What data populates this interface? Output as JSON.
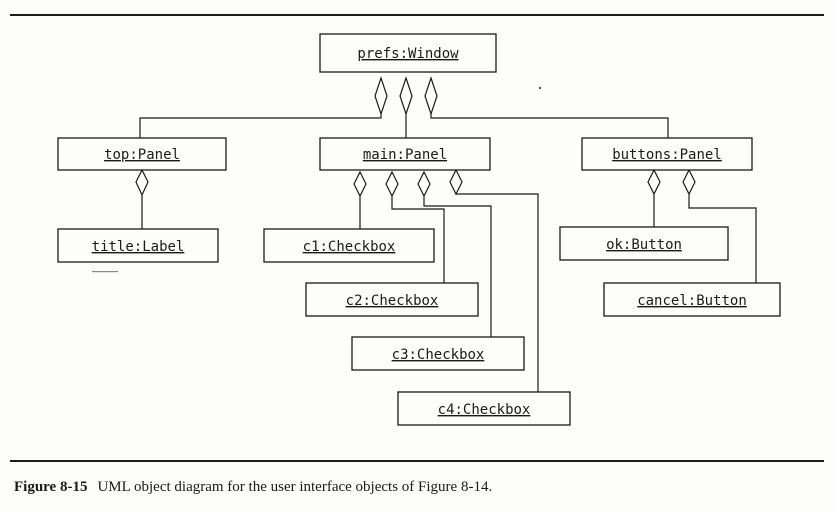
{
  "diagram": {
    "objects": {
      "prefs": "prefs:Window",
      "top": "top:Panel",
      "main": "main:Panel",
      "buttons": "buttons:Panel",
      "title": "title:Label",
      "c1": "c1:Checkbox",
      "c2": "c2:Checkbox",
      "c3": "c3:Checkbox",
      "c4": "c4:Checkbox",
      "ok": "ok:Button",
      "cancel": "cancel:Button"
    },
    "aggregations": [
      {
        "whole": "prefs",
        "part": "top"
      },
      {
        "whole": "prefs",
        "part": "main"
      },
      {
        "whole": "prefs",
        "part": "buttons"
      },
      {
        "whole": "top",
        "part": "title"
      },
      {
        "whole": "main",
        "part": "c1"
      },
      {
        "whole": "main",
        "part": "c2"
      },
      {
        "whole": "main",
        "part": "c3"
      },
      {
        "whole": "main",
        "part": "c4"
      },
      {
        "whole": "buttons",
        "part": "ok"
      },
      {
        "whole": "buttons",
        "part": "cancel"
      }
    ]
  },
  "caption": {
    "number": "Figure 8-15",
    "text": "UML object diagram for the user interface objects of Figure 8-14."
  },
  "colors": {
    "ink": "#1a1a1a",
    "paper": "#fdfdfb"
  }
}
